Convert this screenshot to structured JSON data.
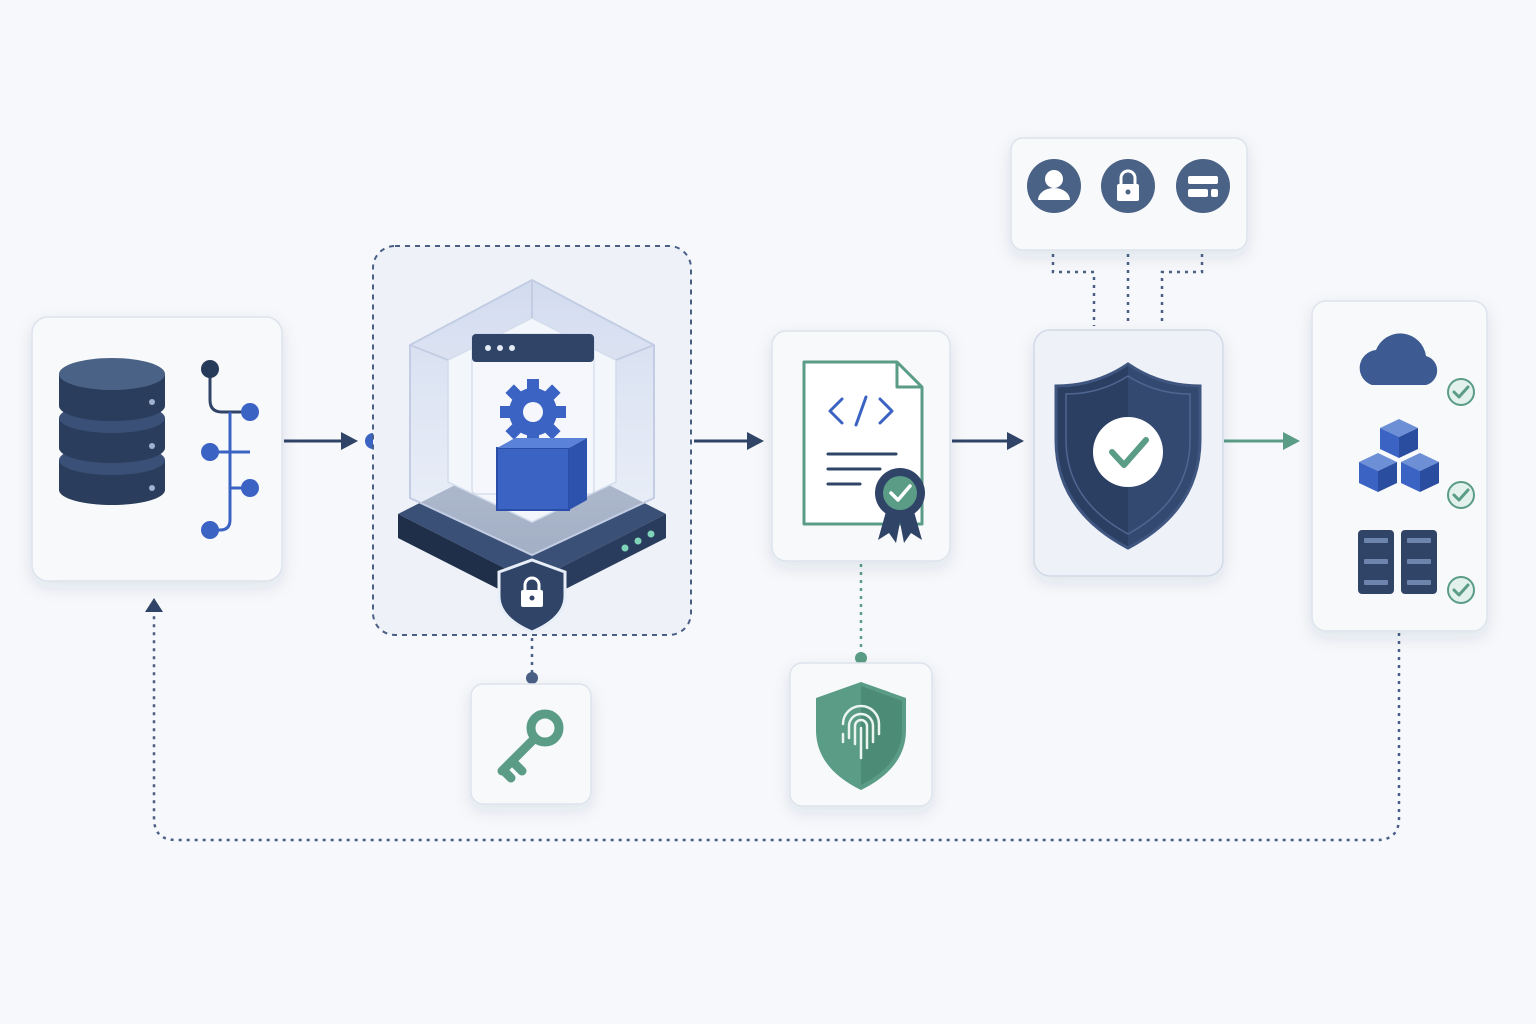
{
  "colors": {
    "background": "#f6f8fb",
    "navy": "#2f4466",
    "navy_dark": "#263a5a",
    "blue": "#3b63c4",
    "green": "#5a9c86",
    "card_fill": "#f8f9fb",
    "card_border": "#dde3ec",
    "dotted_line": "#4a5f85"
  },
  "diagram": {
    "nodes": [
      {
        "id": "data-source",
        "icons": [
          "database-icon",
          "data-branch-icon"
        ]
      },
      {
        "id": "secure-enclave",
        "icons": [
          "isolated-container-icon",
          "gear-icon",
          "cube-icon",
          "server-base-icon",
          "shield-lock-icon"
        ],
        "boundary": "dashed"
      },
      {
        "id": "signed-code",
        "icons": [
          "code-document-icon",
          "certificate-badge-icon"
        ]
      },
      {
        "id": "policy-verification",
        "icons": [
          "shield-check-icon"
        ]
      },
      {
        "id": "deployment-targets",
        "icons": [
          "cloud-icon",
          "cubes-cluster-icon",
          "server-rack-icon"
        ],
        "status": [
          "check-icon",
          "check-icon",
          "check-icon"
        ]
      },
      {
        "id": "identity-controls",
        "icons": [
          "user-icon",
          "lock-icon",
          "id-card-icon"
        ]
      },
      {
        "id": "key-management",
        "icons": [
          "key-icon"
        ]
      },
      {
        "id": "attestation",
        "icons": [
          "fingerprint-shield-icon"
        ]
      }
    ],
    "edges": [
      {
        "from": "data-source",
        "to": "secure-enclave",
        "style": "solid"
      },
      {
        "from": "secure-enclave",
        "to": "signed-code",
        "style": "solid"
      },
      {
        "from": "signed-code",
        "to": "policy-verification",
        "style": "solid"
      },
      {
        "from": "policy-verification",
        "to": "deployment-targets",
        "style": "solid",
        "color": "green"
      },
      {
        "from": "identity-controls",
        "to": "policy-verification",
        "style": "dotted"
      },
      {
        "from": "secure-enclave",
        "to": "key-management",
        "style": "dotted"
      },
      {
        "from": "signed-code",
        "to": "attestation",
        "style": "dotted"
      },
      {
        "from": "deployment-targets",
        "to": "data-source",
        "style": "dotted",
        "meaning": "feedback loop"
      }
    ]
  }
}
